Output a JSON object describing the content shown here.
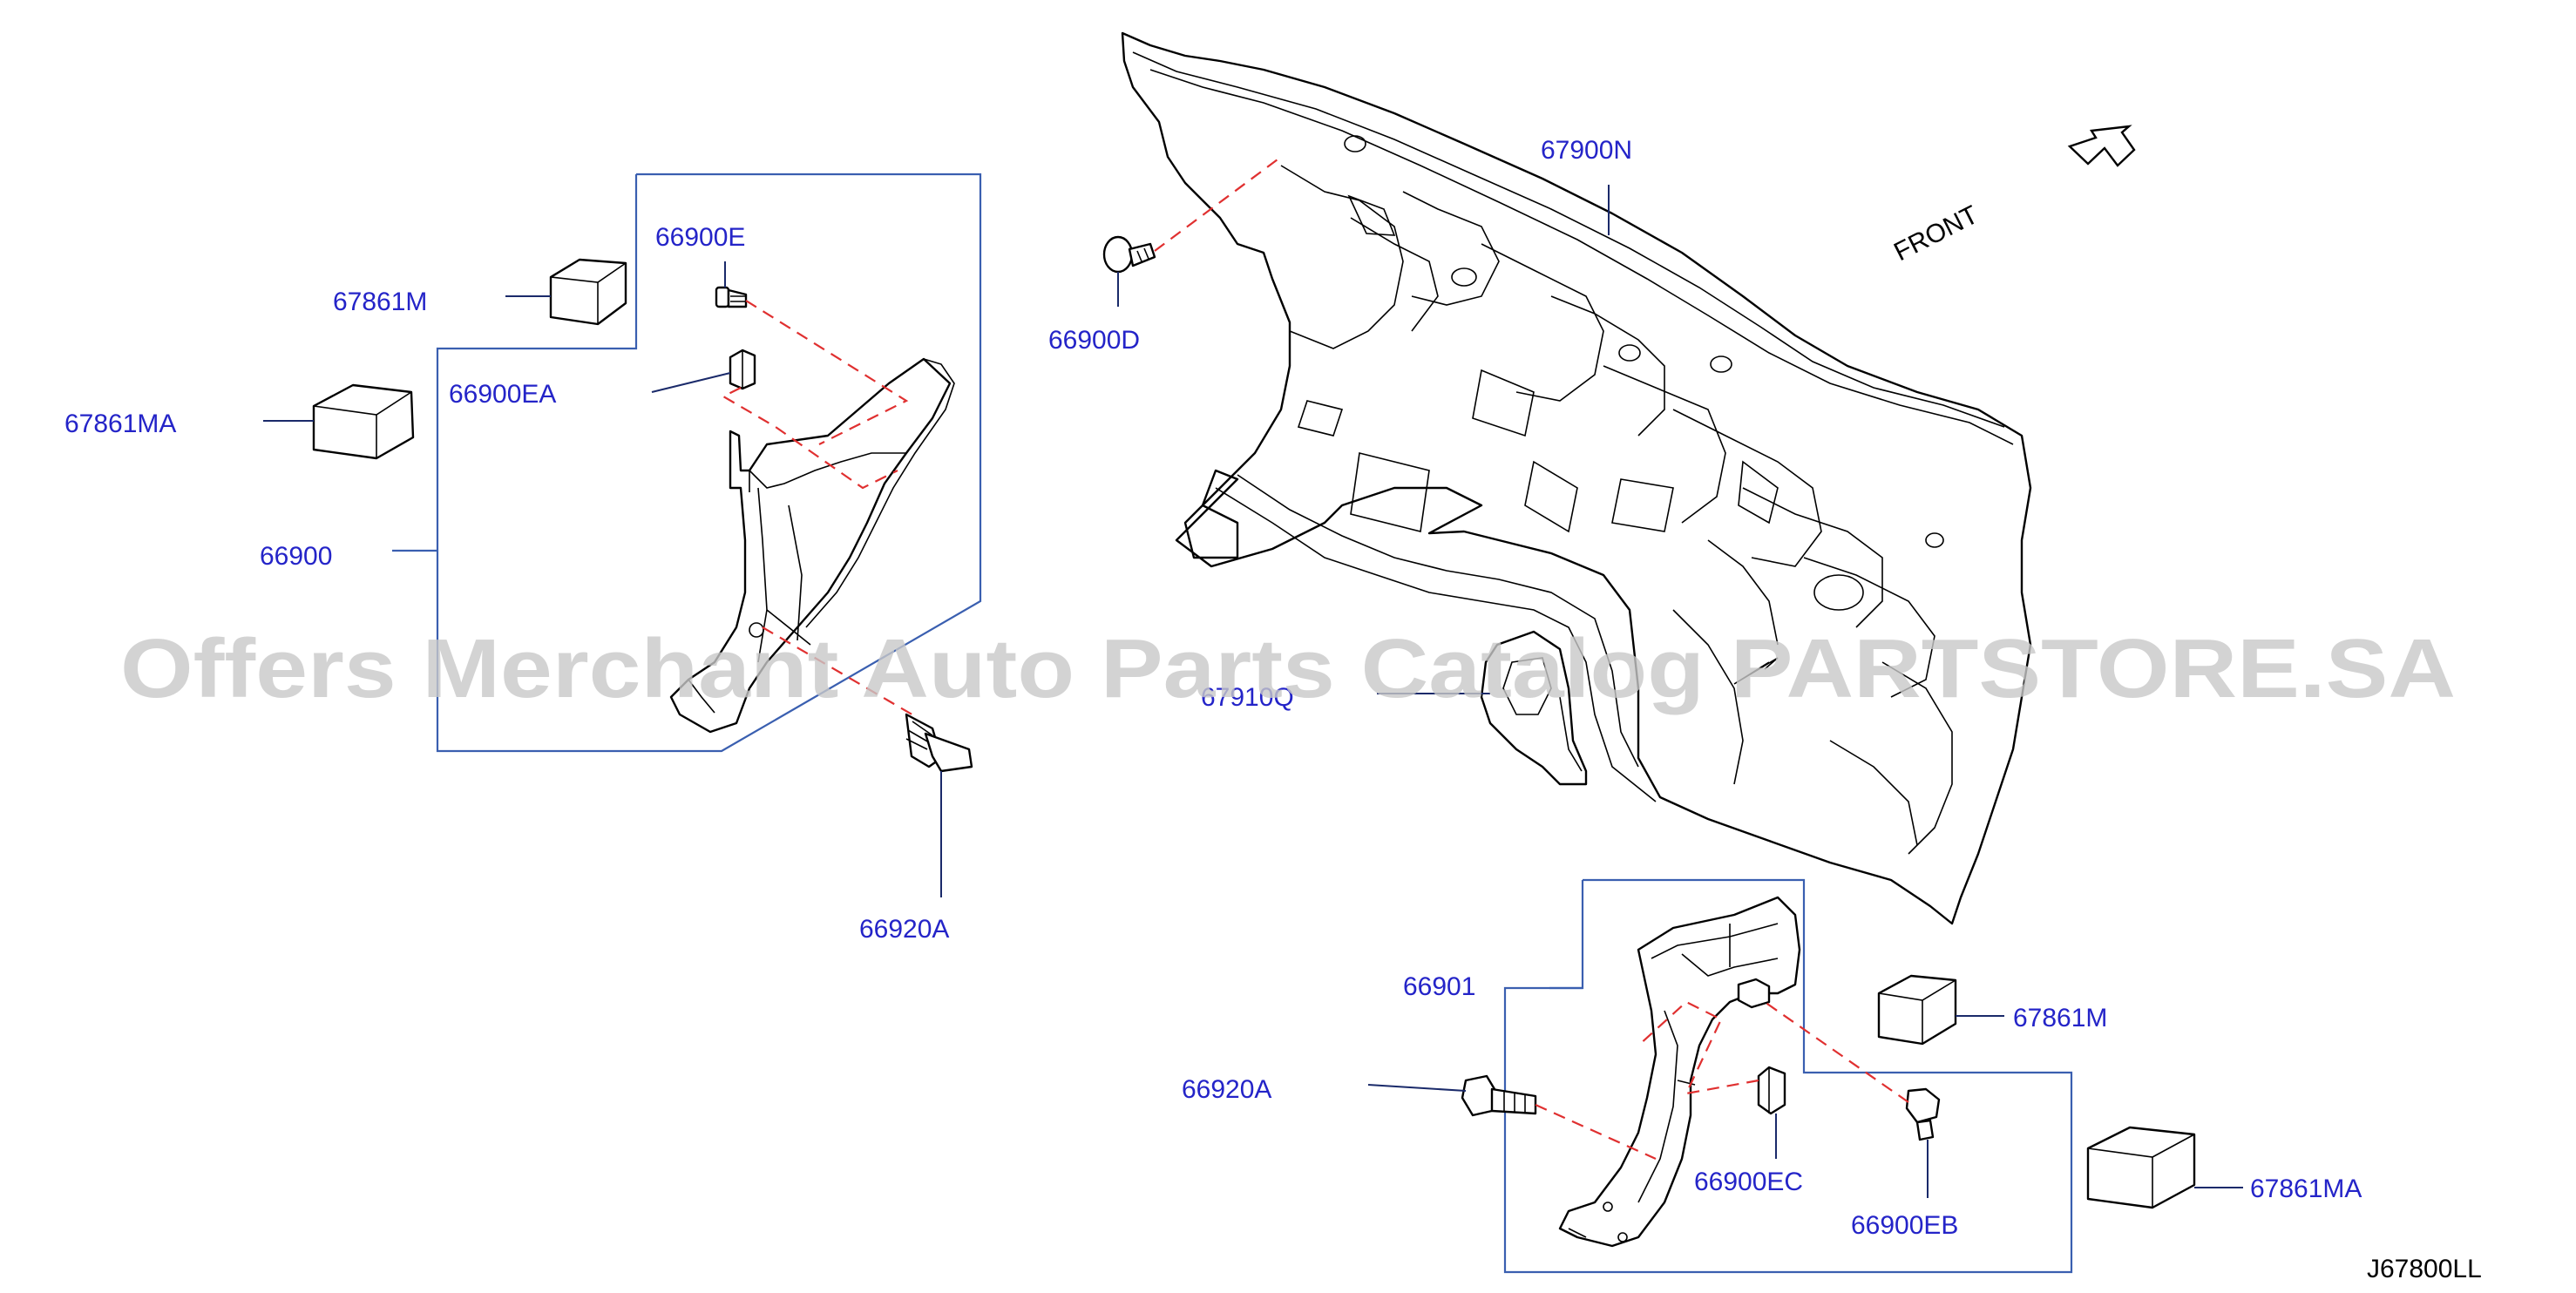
{
  "diagram": {
    "watermark": "Offers Merchant Auto Parts Catalog PARTSTORE.SA",
    "front_label": "FRONT",
    "drawing_code": "J67800LL",
    "labels": {
      "dash_panel_insulator": "67900N",
      "clip_left_upper": "66900E",
      "pad_left": "67861M",
      "clip_left_ea": "66900EA",
      "pad_left_ma": "67861MA",
      "finisher_left": "66900",
      "bolt_left": "66920A",
      "clip_d": "66900D",
      "partial_q": "67910Q",
      "finisher_right": "66901",
      "bolt_right": "66920A",
      "clip_ec": "66900EC",
      "clip_eb": "66900EB",
      "pad_right": "67861M",
      "pad_right_ma": "67861MA"
    }
  }
}
